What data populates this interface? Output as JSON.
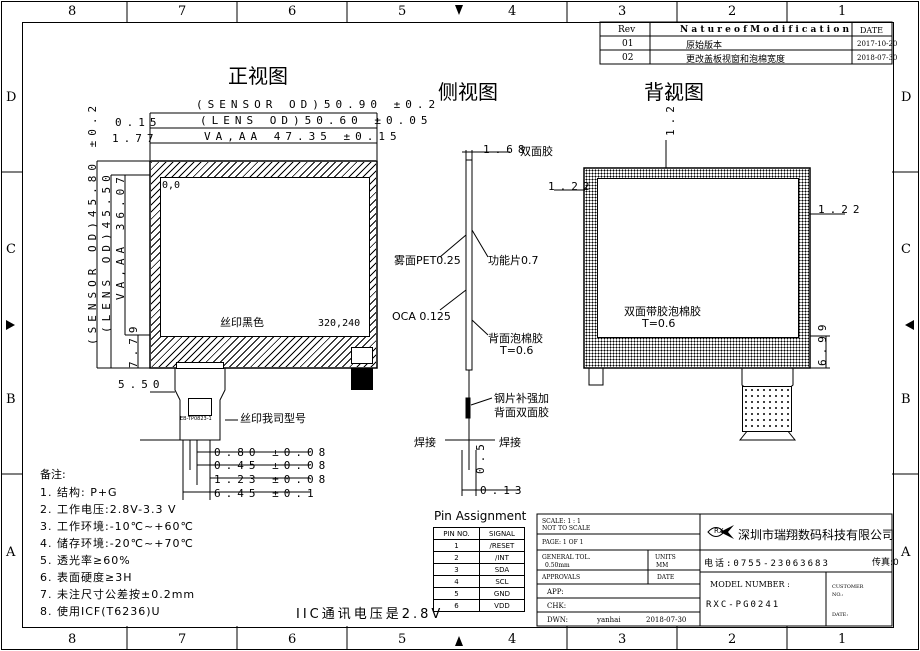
{
  "zones": {
    "top": [
      "8",
      "7",
      "6",
      "5",
      "4",
      "3",
      "2",
      "1"
    ],
    "bottom": [
      "8",
      "7",
      "6",
      "5",
      "4",
      "3",
      "2",
      "1"
    ],
    "left": [
      "D",
      "C",
      "B",
      "A"
    ],
    "right": [
      "D",
      "C",
      "B",
      "A"
    ]
  },
  "rev_table": {
    "headers": {
      "rev": "Rev",
      "nature": "N a t u r e   o f   M o d i f i c a t i o n",
      "date": "DATE"
    },
    "rows": [
      {
        "rev": "01",
        "desc": "原始版本",
        "date": "2017-10-20"
      },
      {
        "rev": "02",
        "desc": "更改盖板视窗和泡棉宽度",
        "date": "2018-07-30"
      }
    ]
  },
  "views": {
    "front": "正视图",
    "side": "侧视图",
    "back": "背视图"
  },
  "front_dims": {
    "sensor_od_w": "(SENSOR OD)50.90 ±0.2",
    "lens_od_w": "(LENS OD)50.60 ±0.05",
    "va_aa_w": "VA,AA 47.35 ±0.15",
    "left_015": "0.15",
    "left_177": "1.77",
    "sensor_od_h": "(SENSOR OD)45.80 ±0.2",
    "lens_od_h": "(LENS OD)45.50",
    "va_aa_h": "VA,AA 36.07",
    "dim_79": "7.79",
    "origin": "0,0",
    "corner": "320,240",
    "silk_black": "丝印黑色",
    "dim_550": "5.50",
    "fpc_label": "EB-TP0823-1",
    "silk_model": "丝印我司型号",
    "fpc_080": "0.80 ±0.08",
    "fpc_045": "0.45 ±0.08",
    "fpc_123": "1.23 ±0.08",
    "fpc_645": "6.45 ±0.1"
  },
  "side_dims": {
    "top_dim": "1.68",
    "double_tape": "双面胶",
    "matte_pet": "雾面PET0.25",
    "func": "功能片0.7",
    "oca": "OCA 0.125",
    "foam": "背面泡棉胶",
    "foam_t": "T=0.6",
    "steel": "钢片补强加",
    "steel2": "背面双面胶",
    "weld_l": "焊接",
    "weld_r": "焊接",
    "dim_05": "0.5",
    "dim_013": "0.13"
  },
  "back_dims": {
    "dim_125": "1.25",
    "dim_122a": "1.22",
    "dim_122b": "1.22",
    "foam": "双面带胶泡棉胶",
    "foam_t": "T=0.6",
    "dim_699": "6.99"
  },
  "notes": {
    "title": "备注:",
    "items": [
      "1. 结构: P+G",
      "2. 工作电压:2.8V-3.3 V",
      "3. 工作环境:-10℃~+60℃",
      "4. 储存环境:-20℃~+70℃",
      "5. 透光率≥60%",
      "6. 表面硬度≥3H",
      "7. 未注尺寸公差按±0.2mm",
      "8. 使用ICF(T6236)U"
    ],
    "iic": "IIC通讯电压是2.8V"
  },
  "pin_assignment": {
    "title": "Pin Assignment",
    "headers": [
      "PIN NO.",
      "SIGNAL"
    ],
    "rows": [
      [
        "1",
        "/RESET"
      ],
      [
        "2",
        "/INT"
      ],
      [
        "3",
        "SDA"
      ],
      [
        "4",
        "SCL"
      ],
      [
        "5",
        "GND"
      ],
      [
        "6",
        "VDD"
      ]
    ]
  },
  "title_block": {
    "scale": "SCALE: 1 : 1",
    "not_to_scale": "NOT TO SCALE",
    "page": "PAGE: 1 OF 1",
    "gen_tol": "GENERAL TOL.",
    "gen_tol_val": "0.50mm",
    "units": "UNITS",
    "units_val": "MM",
    "approvals": "APPROVALS",
    "date": "DATE",
    "app": "APP:",
    "chk": "CHK:",
    "dwn": "DWN:",
    "dwn_name": "yanhai",
    "dwn_date": "2018-07-30",
    "logo": "RX",
    "company": "深圳市瑞翔数码科技有限公司",
    "phone": "电话:0755-23063683",
    "fax": "传真:0",
    "model_label": "MODEL NUMBER :",
    "model": "RXC-PG0241",
    "customer": "CUSTOMER",
    "no": "NO.:",
    "date2": "DATE:"
  }
}
